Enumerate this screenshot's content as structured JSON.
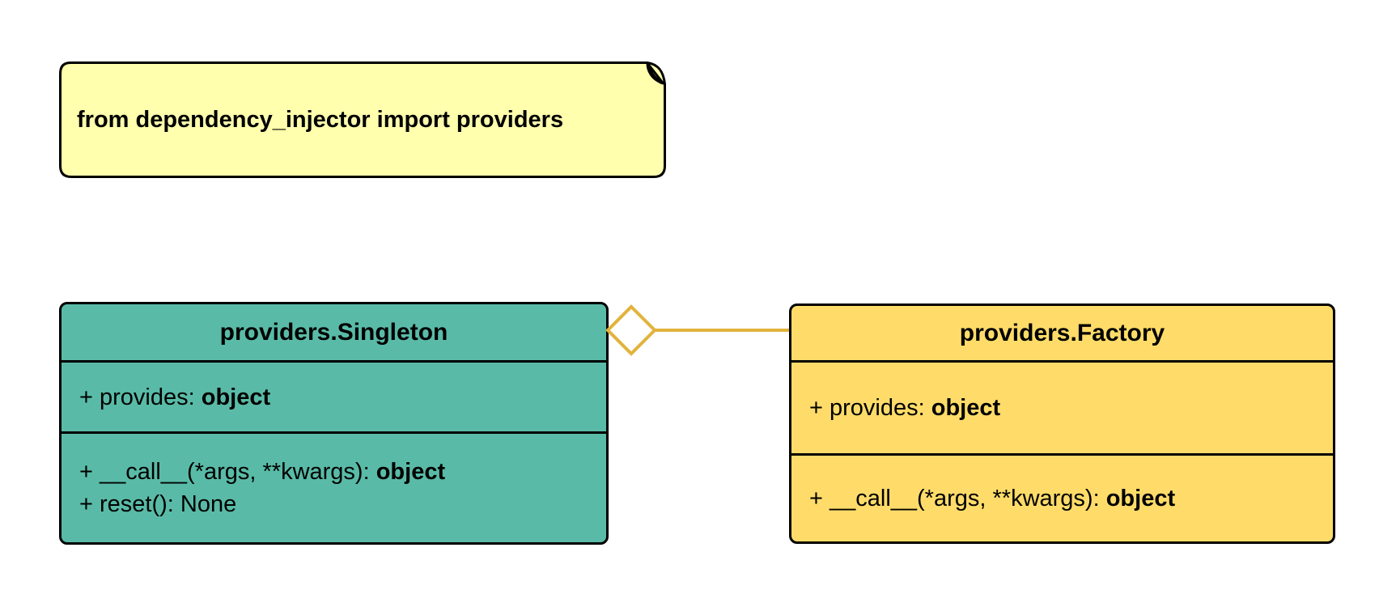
{
  "diagram": {
    "type": "uml-class-diagram",
    "note": {
      "text": "from dependency_injector import providers"
    },
    "classes": [
      {
        "title": "providers.Singleton",
        "attributes": [
          {
            "label": "+ provides: ",
            "bold": "object"
          }
        ],
        "methods": [
          {
            "label": "+ __call__(*args, **kwargs): ",
            "bold": "object"
          },
          {
            "label": "+ reset(): None",
            "bold": ""
          }
        ]
      },
      {
        "title": "providers.Factory",
        "attributes": [
          {
            "label": "+ provides: ",
            "bold": "object"
          }
        ],
        "methods": [
          {
            "label": "+ __call__(*args, **kwargs): ",
            "bold": "object"
          }
        ]
      }
    ],
    "relationship": {
      "type": "aggregation",
      "diamond_end": "providers.Singleton",
      "line_end": "providers.Factory"
    }
  },
  "colors": {
    "singleton-fill": "#59BBA7",
    "factory-fill": "#FFDC69",
    "note-fill": "#FFFFAD",
    "note-fold": "#C2C383",
    "connector": "#E2B33C",
    "border": "#000000",
    "text": "#000000",
    "background": "#FFFFFF"
  }
}
